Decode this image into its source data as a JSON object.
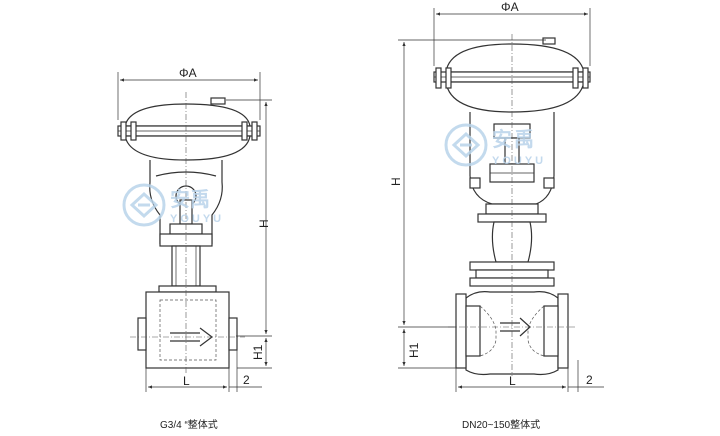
{
  "left_drawing": {
    "dim_diameter": "ΦA",
    "dim_height": "H",
    "dim_height_lower": "H1",
    "dim_length": "L",
    "dim_offset": "2",
    "caption": "G3/4 “整体式"
  },
  "right_drawing": {
    "dim_diameter": "ΦA",
    "dim_height": "H",
    "dim_height_lower": "H1",
    "dim_length": "L",
    "dim_offset": "2",
    "caption": "DN20~150整体式"
  },
  "watermark": {
    "brand_text": "YOUYU"
  }
}
